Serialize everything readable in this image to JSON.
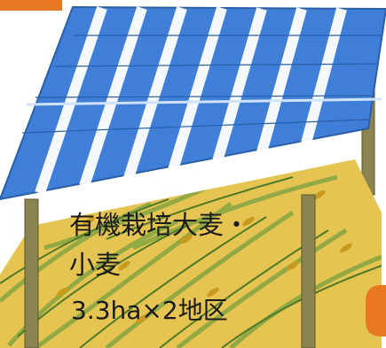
{
  "illustration": {
    "crop_label_line1": "有機栽培大麦・",
    "crop_label_line2": "小麦",
    "area_label": "3.3ha×2地区"
  },
  "colors": {
    "panel_blue": "#3f7fd8",
    "panel_white": "#ffffff",
    "post": "#8b8450",
    "field_gold": "#e6c452",
    "field_green": "#8aa742",
    "accent_orange": "#e87722"
  }
}
